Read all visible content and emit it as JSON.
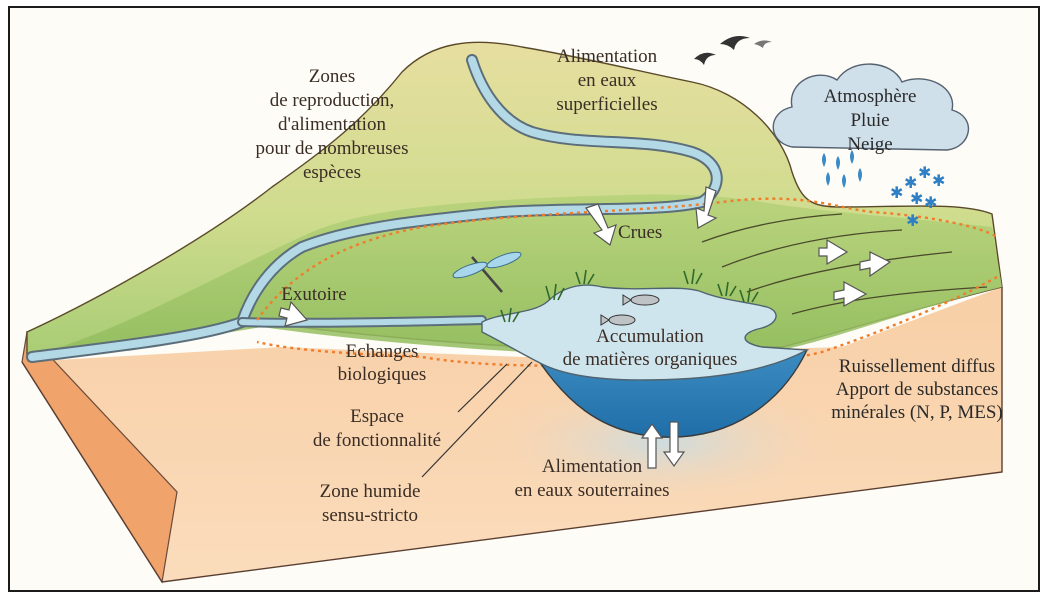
{
  "labels": {
    "zones": [
      "Zones",
      "de reproduction,",
      "d'alimentation",
      "pour de nombreuses",
      "espèces"
    ],
    "alimentation_sup": [
      "Alimentation",
      "en eaux",
      "superficielles"
    ],
    "atmosphere": [
      "Atmosphère",
      "Pluie",
      "Neige"
    ],
    "crues": "Crues",
    "exutoire": "Exutoire",
    "accumulation": [
      "Accumulation",
      "de matières organiques"
    ],
    "echanges": [
      "Echanges",
      "biologiques"
    ],
    "ruissellement": [
      "Ruissellement diffus",
      "Apport de substances",
      "minérales (N, P, MES)"
    ],
    "espace": [
      "Espace",
      "de fonctionnalité"
    ],
    "zone_humide": [
      "Zone humide",
      "sensu-stricto"
    ],
    "alimentation_sout": [
      "Alimentation",
      "en eaux souterraines"
    ]
  },
  "colors": {
    "land_green": "#c6d88a",
    "land_yellow": "#e4dd9c",
    "meadow_green": "#9cc26a",
    "soil": "#f6c9a0",
    "soil_side": "#f0a772",
    "water_light": "#bcdde8",
    "water_deep": "#2f7fb6",
    "river": "#a9d0e0",
    "dotted_line": "#f08a3c",
    "cloud": "#c9dbe6",
    "snow": "#3a86c8"
  },
  "icons": [
    "dragonfly-icon",
    "fish-icon",
    "bird-icon",
    "raindrop-icon",
    "snowflake-icon",
    "arrow-icon"
  ]
}
